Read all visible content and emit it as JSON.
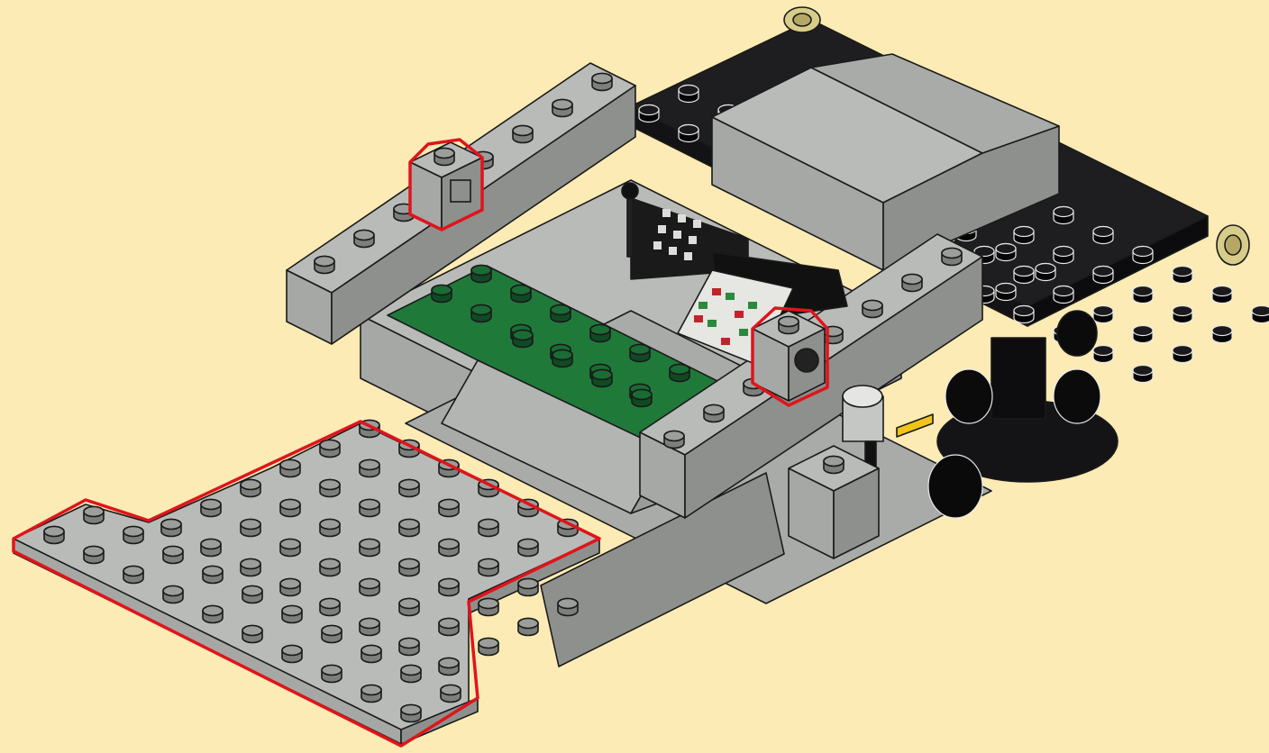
{
  "scene": {
    "background": "#fcebb4",
    "colors": {
      "light_gray_top": "#b9bbb8",
      "light_gray_left": "#a6a8a5",
      "light_gray_right": "#8e908d",
      "black_top": "#1e1e20",
      "black_side": "#0c0c0e",
      "green_top": "#1f7a3a",
      "green_side": "#155c2a",
      "highlight_outline": "#e0141b",
      "axle_end": "#d8cc8a"
    },
    "callout_parts": [
      "plate-6x8-gray",
      "plate-t-gray",
      "brick-1x1-clip-left",
      "brick-1x1-hole-right"
    ]
  }
}
